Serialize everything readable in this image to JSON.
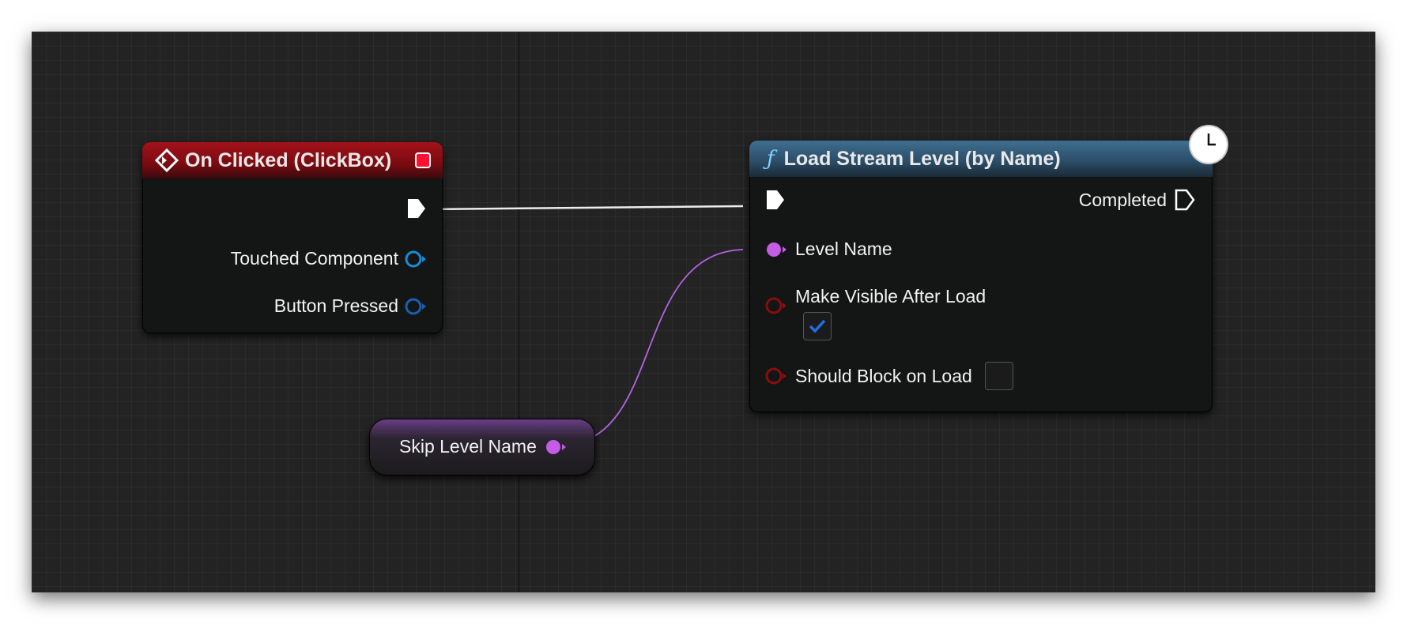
{
  "graph": {
    "event_node": {
      "title": "On Clicked (ClickBox)",
      "header_color": "#8e0f16",
      "pins": [
        {
          "label": "Touched Component",
          "type": "object",
          "color": "#1a8bd6"
        },
        {
          "label": "Button Pressed",
          "type": "struct",
          "color": "#1a5fb0"
        }
      ]
    },
    "function_node": {
      "title": "Load Stream Level (by Name)",
      "header_color": "#355d7c",
      "function_icon": "function-f-icon",
      "latent_icon": "clock-icon",
      "outputs": [
        {
          "label": "Completed",
          "type": "exec"
        }
      ],
      "inputs": [
        {
          "label": "Level Name",
          "type": "name",
          "color": "#c45ce6"
        },
        {
          "label": "Make Visible After Load",
          "type": "bool",
          "color": "#8a0d0d",
          "checked": true
        },
        {
          "label": "Should Block on Load",
          "type": "bool",
          "color": "#8a0d0d",
          "checked": false
        }
      ]
    },
    "variable_node": {
      "label": "Skip Level Name",
      "pin_color": "#c45ce6"
    },
    "wires": [
      {
        "from": "event_exec_out",
        "to": "function_exec_in",
        "color": "#ffffff"
      },
      {
        "from": "skip_level_name_out",
        "to": "level_name_in",
        "color": "#b264e0"
      }
    ]
  }
}
